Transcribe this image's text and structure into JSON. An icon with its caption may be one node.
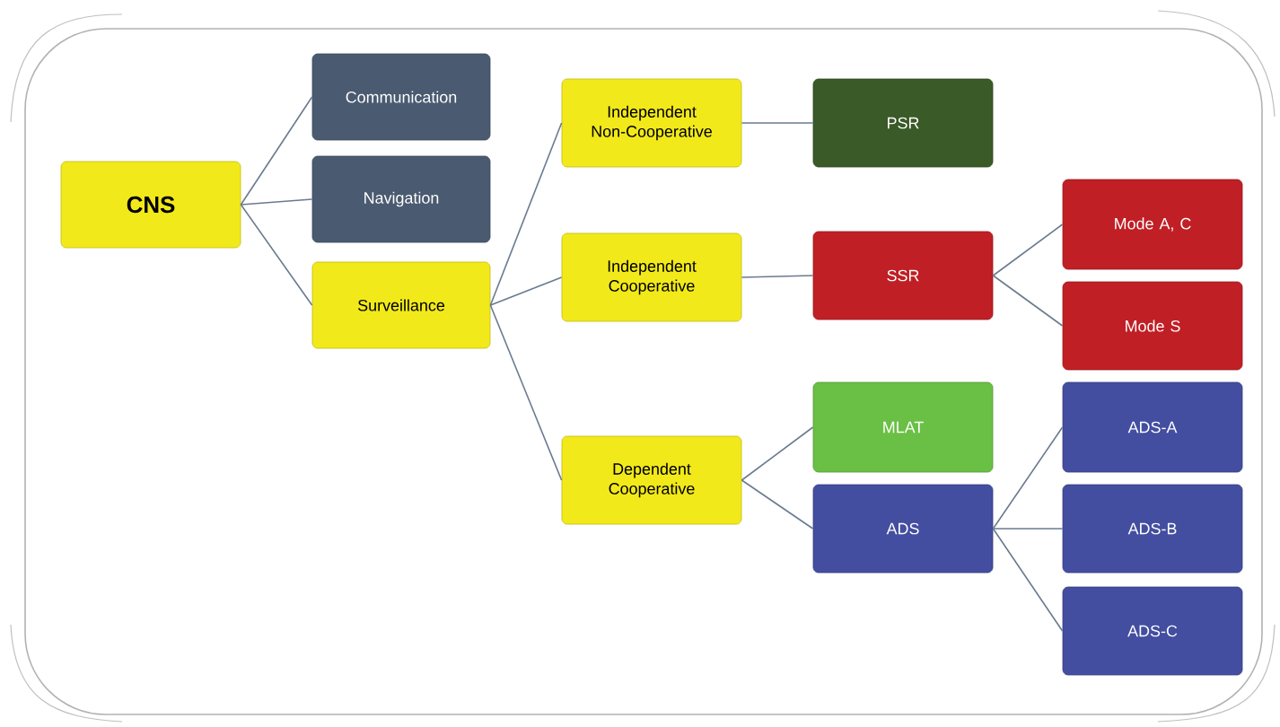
{
  "diagram": {
    "nodes": [
      {
        "text": [
          "CNS"
        ]
      },
      {
        "text": [
          "Communication"
        ]
      },
      {
        "text": [
          "Navigation"
        ]
      },
      {
        "text": [
          "Surveillance"
        ]
      },
      {
        "text": [
          "Independent Non-Cooperative"
        ]
      },
      {
        "text": [
          "Independent Cooperative"
        ]
      },
      {
        "text": [
          "Dependent Cooperative"
        ]
      },
      {
        "text": [
          "PSR"
        ]
      },
      {
        "text": [
          "SSR"
        ]
      },
      {
        "text": [
          "Mode A, C"
        ]
      },
      {
        "text": [
          "Mode S"
        ]
      },
      {
        "text": [
          "MLAT"
        ]
      },
      {
        "text": [
          "ADS"
        ]
      },
      {
        "text": [
          "ADS-A"
        ]
      },
      {
        "text": [
          "ADS-B"
        ]
      },
      {
        "text": [
          "ADS-C"
        ]
      }
    ],
    "edges": [
      {
        "from": 0,
        "to": 1,
        "arrow": "none"
      },
      {
        "from": 0,
        "to": 2,
        "arrow": "none"
      },
      {
        "from": 0,
        "to": 3,
        "arrow": "none"
      },
      {
        "from": 3,
        "to": 4,
        "arrow": "none"
      },
      {
        "from": 3,
        "to": 5,
        "arrow": "none"
      },
      {
        "from": 3,
        "to": 6,
        "arrow": "none"
      },
      {
        "from": 4,
        "to": 7,
        "arrow": "none"
      },
      {
        "from": 5,
        "to": 8,
        "arrow": "none"
      },
      {
        "from": 8,
        "to": 9,
        "arrow": "none"
      },
      {
        "from": 8,
        "to": 10,
        "arrow": "none"
      },
      {
        "from": 6,
        "to": 11,
        "arrow": "none"
      },
      {
        "from": 6,
        "to": 12,
        "arrow": "none"
      },
      {
        "from": 12,
        "to": 13,
        "arrow": "none"
      },
      {
        "from": 12,
        "to": 14,
        "arrow": "none"
      },
      {
        "from": 12,
        "to": 15,
        "arrow": "none"
      }
    ]
  }
}
